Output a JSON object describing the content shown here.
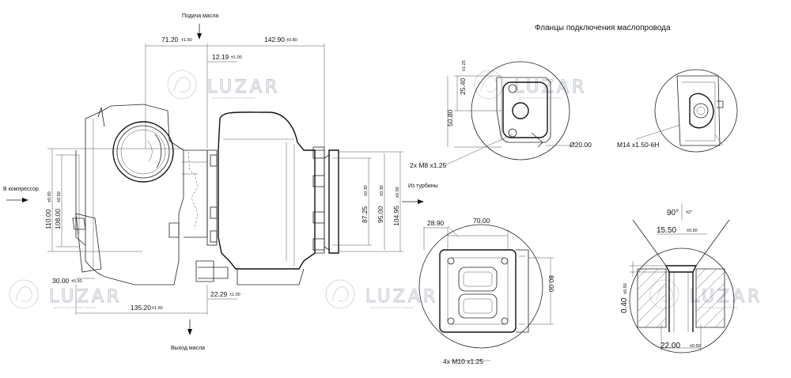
{
  "title": "Фланцы подключения маслопровода",
  "labels": {
    "oil_inlet": "Подача масла",
    "oil_outlet": "Выход масла",
    "to_compressor": "В компрессор",
    "from_turbine": "Из турбины"
  },
  "watermark": {
    "brand": "LUZAR",
    "tagline": "детали для высоких нагрузок"
  },
  "dimensions": {
    "d71": {
      "value": "71.20",
      "tol": "±1.50"
    },
    "d142": {
      "value": "142.90",
      "tol": "±0.80"
    },
    "d12": {
      "value": "12.19",
      "tol": "±1.00"
    },
    "d110": {
      "value": "110.00",
      "tol": "±0.50"
    },
    "d108": {
      "value": "108.00",
      "tol": "±0.50"
    },
    "d30": {
      "value": "30.00",
      "tol": "±0.50"
    },
    "d135": {
      "value": "135.20",
      "tol": "±1.50"
    },
    "d22": {
      "value": "22.29",
      "tol": "±1.00"
    },
    "d87": {
      "value": "87.25",
      "tol": "±0.30"
    },
    "d95": {
      "value": "95.00",
      "tol": "±0.30"
    },
    "d104": {
      "value": "104.95",
      "tol": "±0.50"
    },
    "d25": {
      "value": "25.40",
      "tol": "±1.25"
    },
    "d50": {
      "value": "50.80",
      "tol": ""
    },
    "d20": {
      "value": "Ø20.00",
      "tol": ""
    },
    "thread1": {
      "value": "2x M8 x1.25",
      "tol": ""
    },
    "thread2": {
      "value": "M14 x1.50-6H",
      "tol": ""
    },
    "d28": {
      "value": "28.90",
      "tol": ""
    },
    "d70": {
      "value": "70.00",
      "tol": ""
    },
    "d80": {
      "value": "80.00",
      "tol": ""
    },
    "thread3": {
      "value": "4x M10 x1.25",
      "tol": ""
    },
    "angle": {
      "value": "90°",
      "tol": "±2°"
    },
    "d15": {
      "value": "15.50",
      "tol": "±0.50"
    },
    "d040": {
      "value": "0.40",
      "tol": "±0.50"
    },
    "d22b": {
      "value": "22.00",
      "tol": "±0.50"
    }
  }
}
